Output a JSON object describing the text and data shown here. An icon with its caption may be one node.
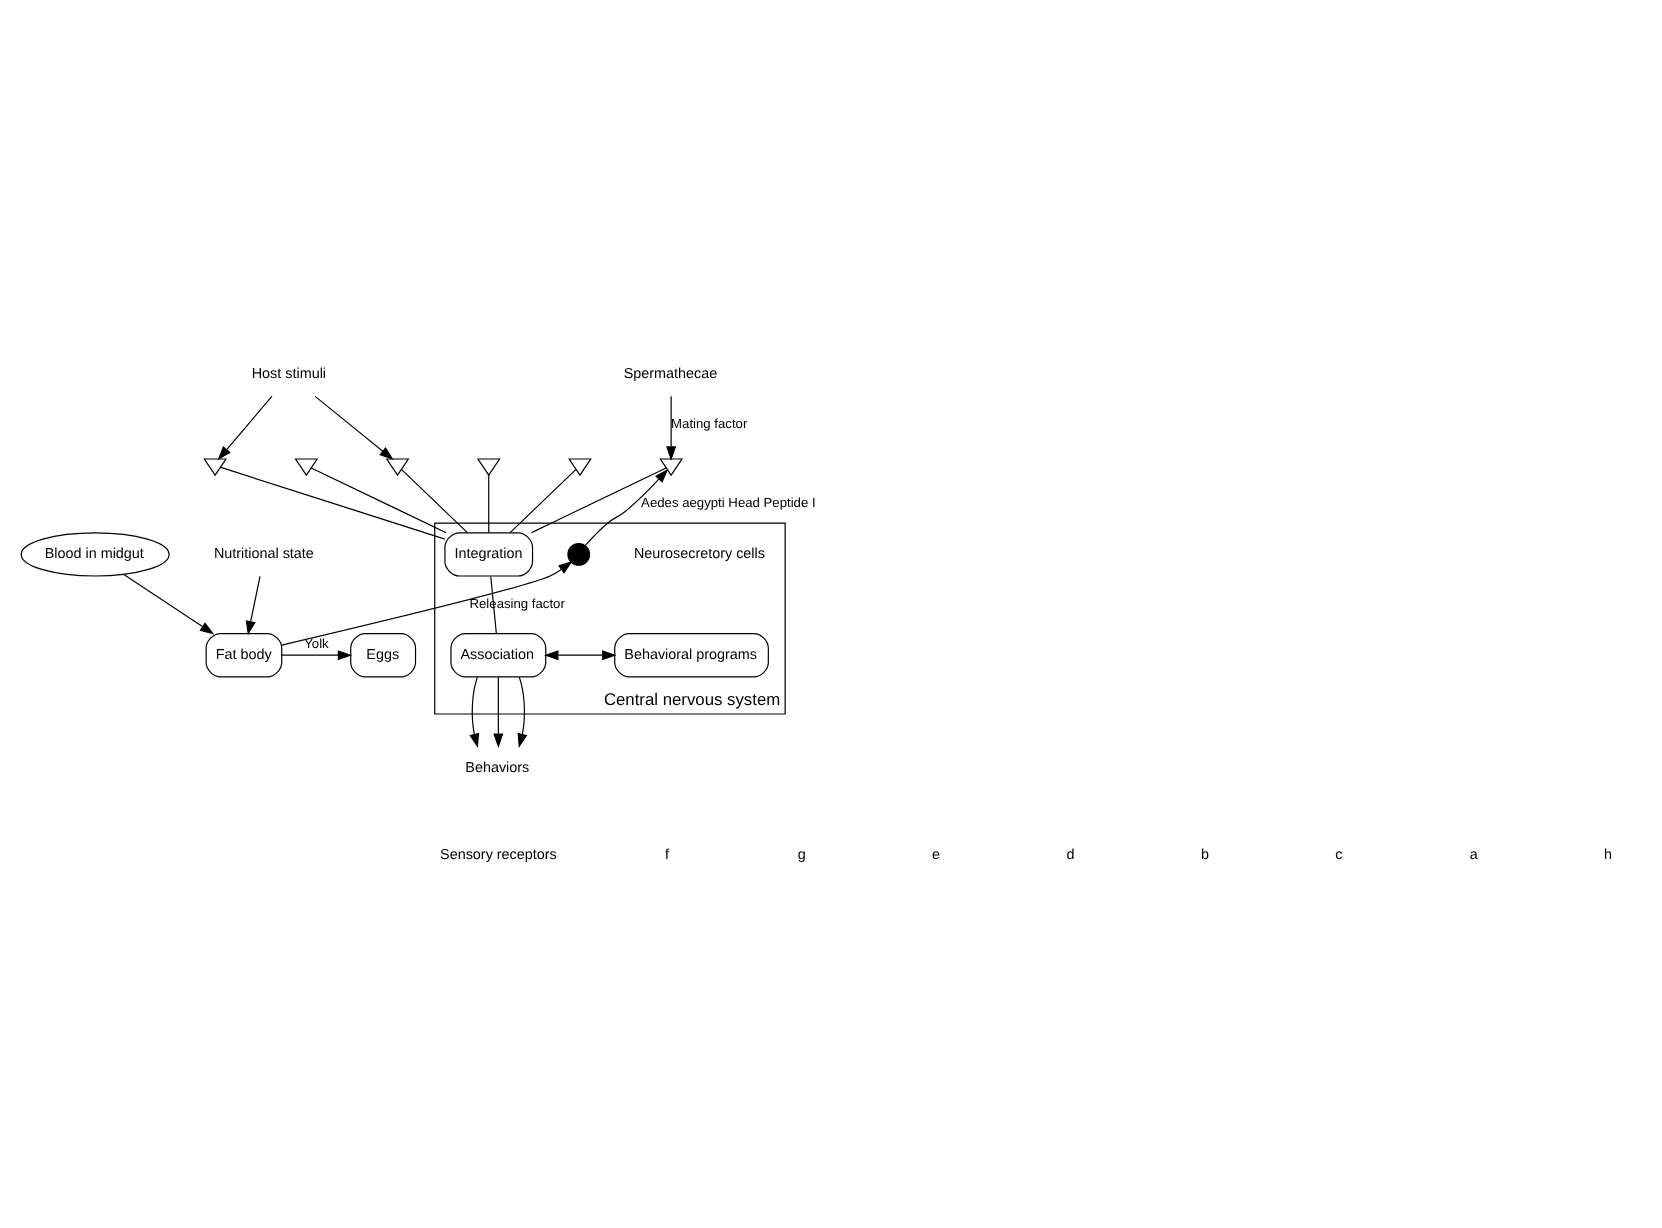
{
  "diagram": {
    "nodes": [
      {
        "text": [
          "Central nervous system"
        ]
      },
      {
        "text": [
          "Host stimuli"
        ]
      },
      {
        "text": [],
        "shape": "receptor"
      },
      {
        "text": [],
        "shape": "receptor"
      },
      {
        "text": [],
        "shape": "receptor"
      },
      {
        "text": [],
        "shape": "receptor"
      },
      {
        "text": [],
        "shape": "receptor"
      },
      {
        "text": [],
        "shape": "receptor"
      },
      {
        "text": [
          "Integration"
        ],
        "in": 0
      },
      {
        "text": [
          "Association"
        ],
        "in": 0
      },
      {
        "text": [
          "Behavioral programs"
        ],
        "in": 0
      },
      {
        "text": [],
        "shape": "circle",
        "in": 0,
        "beside": [
          "Neurosecretory cells"
        ]
      },
      {
        "text": [
          "Behaviors"
        ]
      },
      {
        "text": [
          "Blood in midgut"
        ]
      },
      {
        "text": [
          "Fat body"
        ]
      },
      {
        "text": [
          "Eggs"
        ]
      },
      {
        "text": [
          "Nutritional state"
        ]
      },
      {
        "text": [
          "Spermathecae"
        ]
      }
    ],
    "edges": [
      {
        "from": 1,
        "to": 2,
        "arrow": "to"
      },
      {
        "from": 1,
        "to": 4,
        "arrow": "to"
      },
      {
        "from": 2,
        "to": 8,
        "arrow": "none"
      },
      {
        "from": 3,
        "to": 8,
        "arrow": "none"
      },
      {
        "from": 4,
        "to": 8,
        "arrow": "none"
      },
      {
        "from": 5,
        "to": 8,
        "arrow": "none"
      },
      {
        "from": 6,
        "to": 8,
        "arrow": "none"
      },
      {
        "from": 7,
        "to": 8,
        "arrow": "none"
      },
      {
        "from": 8,
        "to": 9,
        "arrow": "none"
      },
      {
        "from": 9,
        "to": 10,
        "arrow": "both"
      },
      {
        "from": 9,
        "to": 12,
        "arrow": "to"
      },
      {
        "from": 9,
        "to": 12,
        "arrow": "to"
      },
      {
        "from": 9,
        "to": 12,
        "arrow": "to"
      },
      {
        "from": 17,
        "to": 7,
        "arrow": "to",
        "label": "Mating factor"
      },
      {
        "from": 11,
        "to": 7,
        "arrow": "to",
        "label": "Aedes aegypti Head Peptide I"
      },
      {
        "from": 14,
        "to": 11,
        "arrow": "to",
        "label": "Releasing factor"
      },
      {
        "from": 13,
        "to": 14,
        "arrow": "to"
      },
      {
        "from": 16,
        "to": 14,
        "arrow": "to"
      },
      {
        "from": 14,
        "to": 15,
        "arrow": "to",
        "label": "Yolk"
      }
    ],
    "labels": [
      "Sensory receptors",
      "f",
      "g",
      "e",
      "d",
      "b",
      "c",
      "a",
      "h"
    ]
  }
}
